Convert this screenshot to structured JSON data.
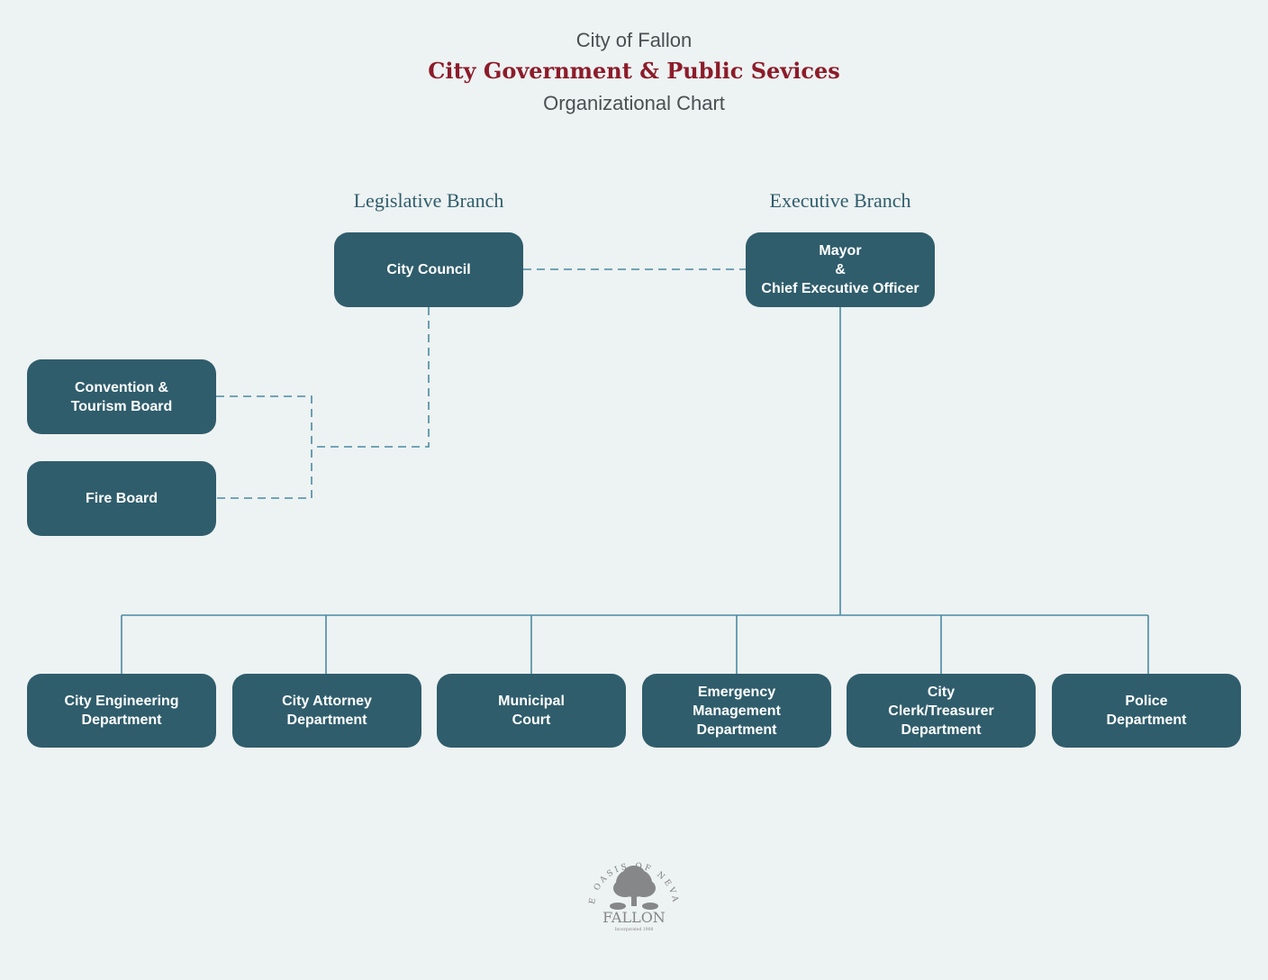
{
  "header": {
    "pretitle": "City of Fallon",
    "title": "City Government & Public Sevices",
    "subtitle": "Organizational Chart"
  },
  "branches": {
    "legislative": "Legislative Branch",
    "executive": "Executive Branch"
  },
  "nodes": {
    "city_council": "City Council",
    "mayor": "Mayor\n&\nChief Executive Officer",
    "convention": "Convention &\nTourism Board",
    "fire_board": "Fire Board",
    "engineering": "City Engineering\nDepartment",
    "attorney": "City Attorney\nDepartment",
    "court": "Municipal\nCourt",
    "emergency": "Emergency\nManagement\nDepartment",
    "clerk": "City\nClerk/Treasurer\nDepartment",
    "police": "Police\nDepartment"
  },
  "logo": {
    "arc_text": "THE OASIS OF NEVADA",
    "name": "FALLON",
    "incorporated": "Incorporated 1908"
  },
  "colors": {
    "box": "#2f5d6c",
    "title": "#8c1c2a",
    "line": "#4a8aa3",
    "background": "#edf2f2"
  }
}
